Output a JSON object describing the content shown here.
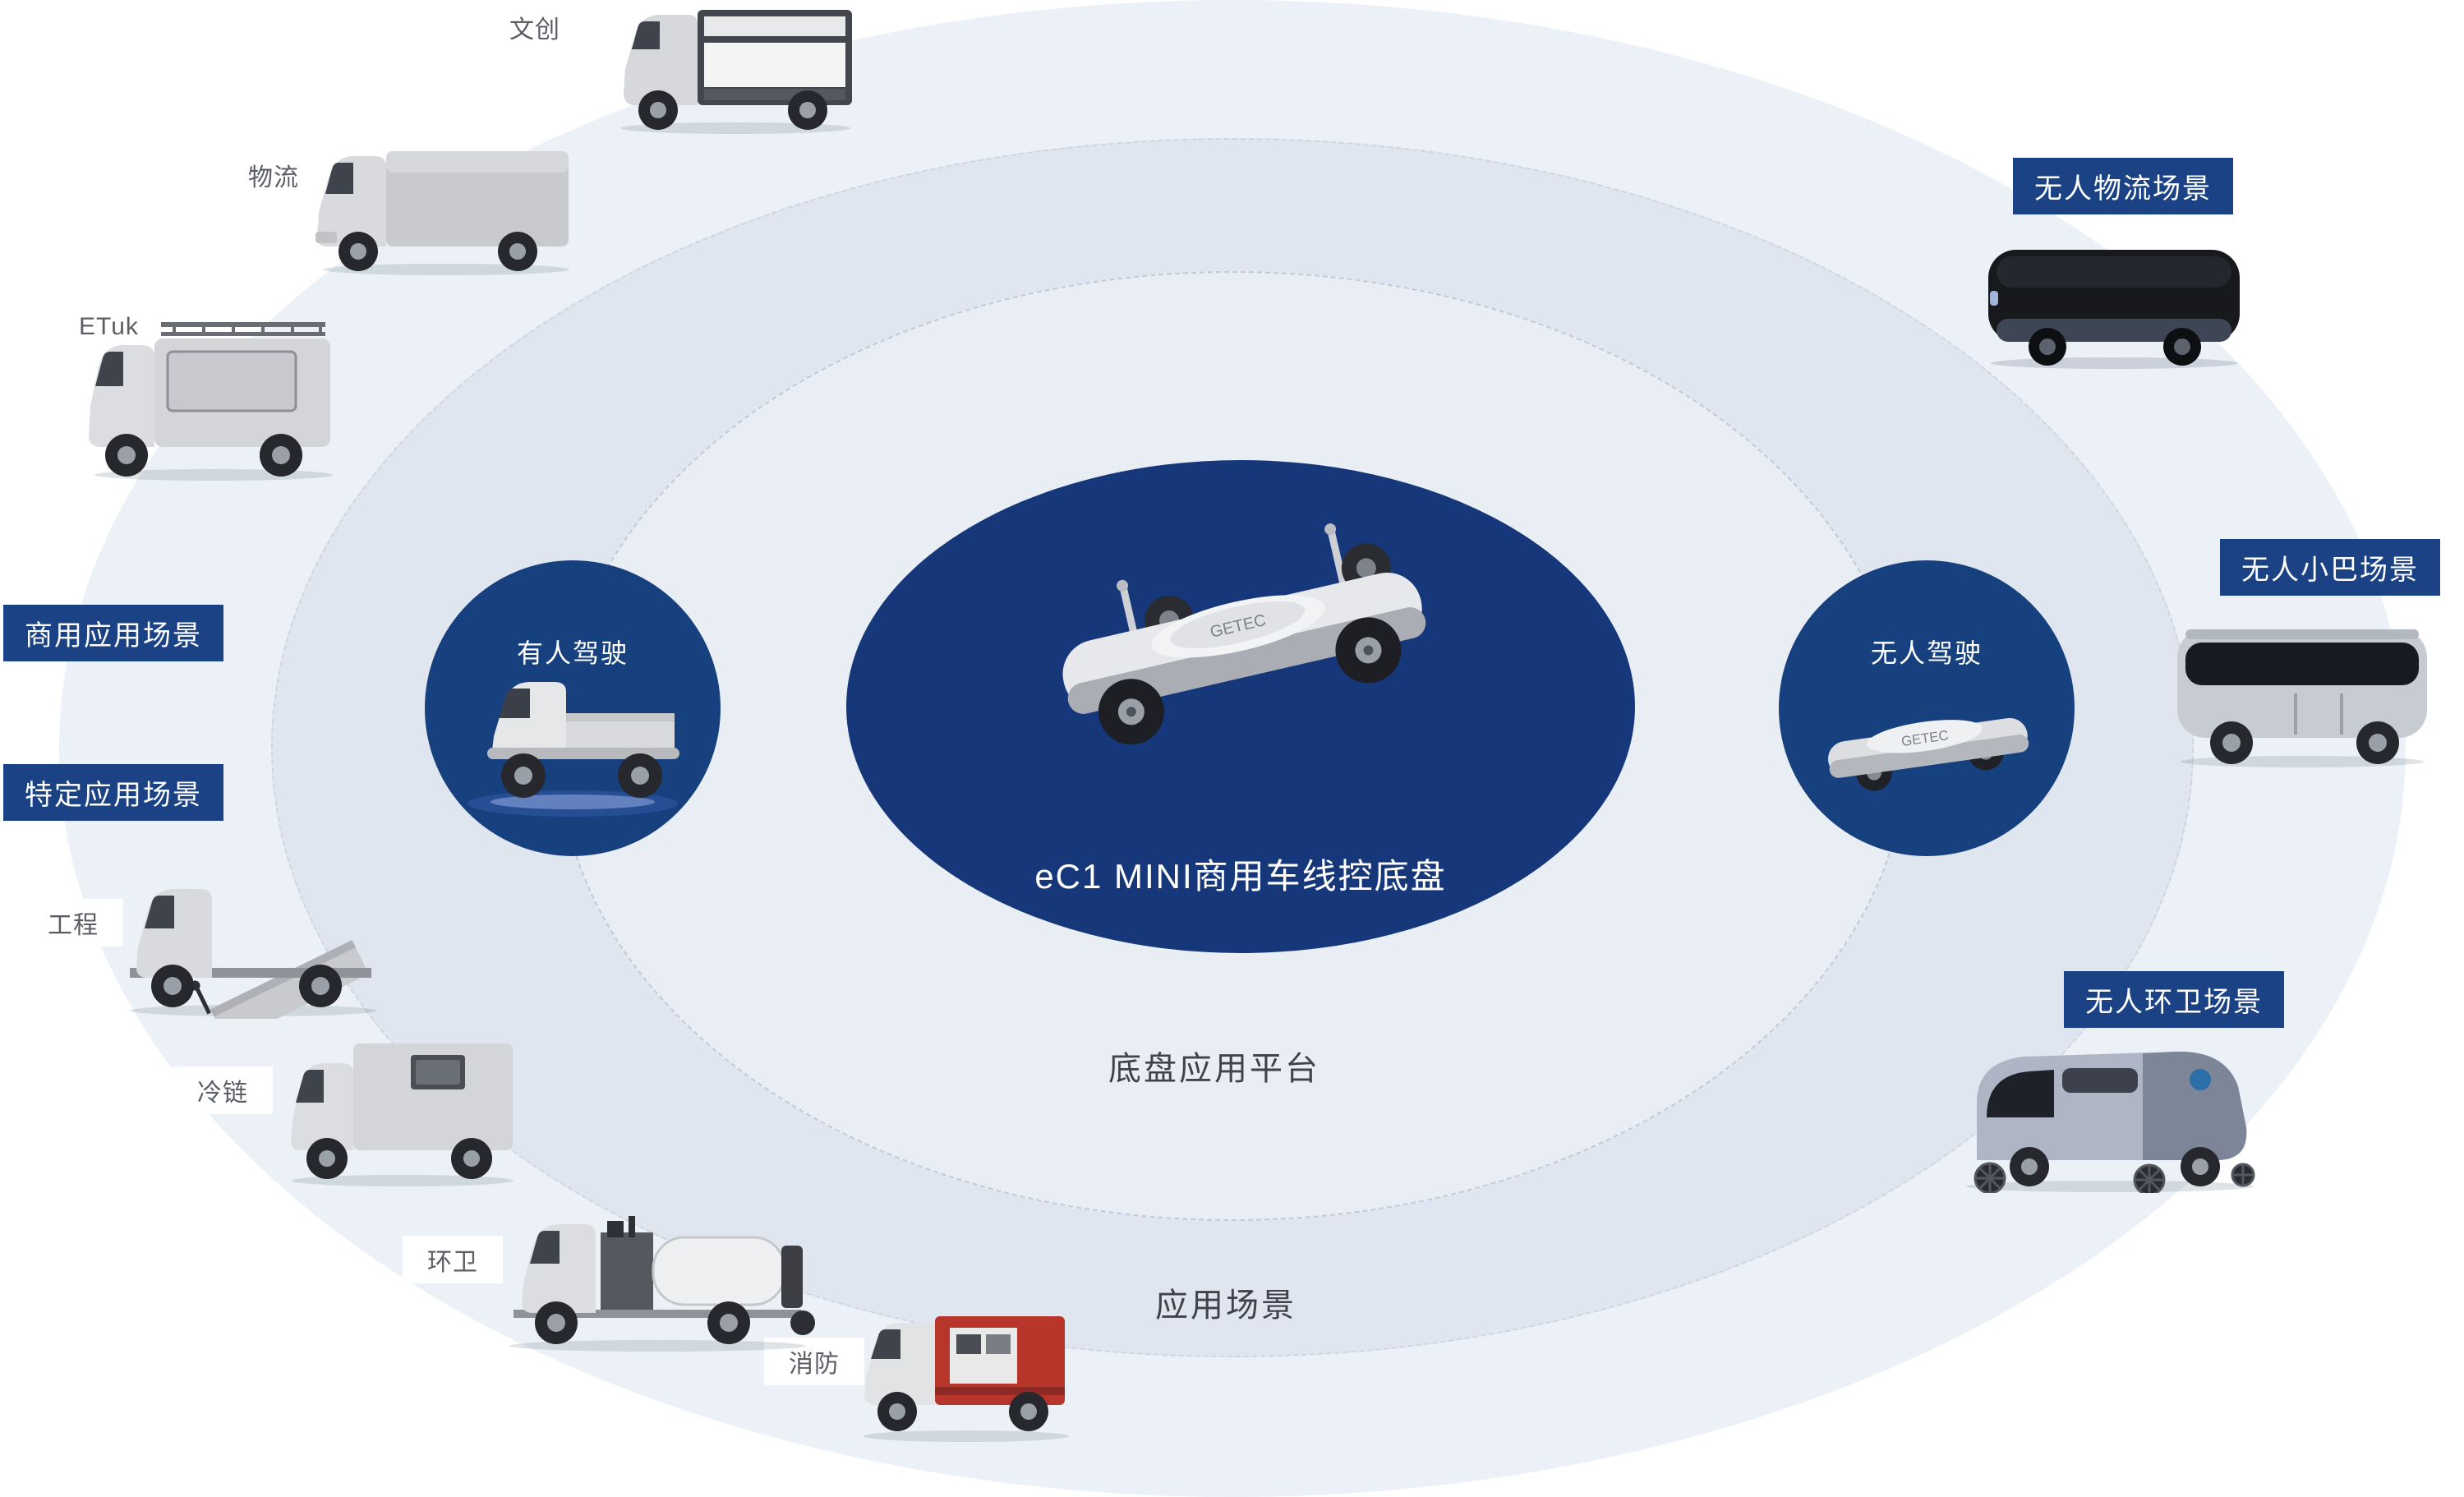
{
  "center": {
    "title": "eC1 MINI商用车线控底盘",
    "chassis_logo": "GETEC"
  },
  "rings": {
    "platform_label": "底盘应用平台",
    "scenario_label": "应用场景"
  },
  "modes": {
    "manned": "有人驾驶",
    "unmanned": "无人驾驶"
  },
  "left_badges": {
    "commercial": "商用应用场景",
    "specific": "特定应用场景"
  },
  "vehicle_tags": {
    "cultural": "文创",
    "logistics": "物流",
    "etuk": "ETuk",
    "engineering": "工程",
    "cold_chain": "冷链",
    "sanitation": "环卫",
    "fire": "消防"
  },
  "right_badges": {
    "logistics": "无人物流场景",
    "minibus": "无人小巴场景",
    "sanitation": "无人环卫场景"
  },
  "colors": {
    "navy": "#17407f",
    "center_navy": "#16387b",
    "badge_navy": "#1a4285",
    "ring_outer": "#ecf1f7",
    "ring_middle": "#dfe6ef",
    "ring_inner": "#e9eef4",
    "fire_red": "#b8352c"
  }
}
